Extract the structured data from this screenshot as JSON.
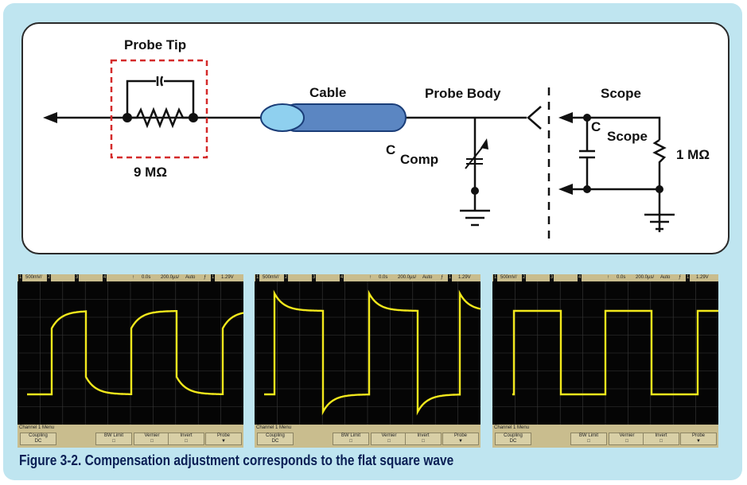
{
  "diagram": {
    "probe_tip": "Probe Tip",
    "tip_resistance": "9 MΩ",
    "cable": "Cable",
    "probe_body": "Probe Body",
    "c_comp_c": "C",
    "c_comp_sub": "Comp",
    "scope": "Scope",
    "c_scope_c": "C",
    "c_scope_sub": "Scope",
    "scope_resistance": "1 MΩ"
  },
  "scopes": [
    {
      "ch_scale": "500mV/",
      "ch2": "2",
      "ch3": "3",
      "ch4": "4",
      "time_pos": "0.0s",
      "time_scale": "200.0µs/",
      "mode": "Auto",
      "trig_ch": "1",
      "trig_level": "1.29V",
      "menu_title": "Channel 1 Menu",
      "coupling": "Coupling",
      "coupling_value": "DC",
      "bw_limit": "BW Limit",
      "vernier": "Vernier",
      "invert": "Invert",
      "probe": "Probe"
    },
    {
      "ch_scale": "500mV/",
      "ch2": "2",
      "ch3": "3",
      "ch4": "4",
      "time_pos": "0.0s",
      "time_scale": "200.0µs/",
      "mode": "Auto",
      "trig_ch": "1",
      "trig_level": "1.29V",
      "menu_title": "Channel 1 Menu",
      "coupling": "Coupling",
      "coupling_value": "DC",
      "bw_limit": "BW Limit",
      "vernier": "Vernier",
      "invert": "Invert",
      "probe": "Probe"
    },
    {
      "ch_scale": "500mV/",
      "ch2": "2",
      "ch3": "3",
      "ch4": "4",
      "time_pos": "0.0s",
      "time_scale": "200.0µs/",
      "mode": "Auto",
      "trig_ch": "1",
      "trig_level": "1.29V",
      "menu_title": "Channel 1 Menu",
      "coupling": "Coupling",
      "coupling_value": "DC",
      "bw_limit": "BW Limit",
      "vernier": "Vernier",
      "invert": "Invert",
      "probe": "Probe"
    }
  ],
  "colors": {
    "trace": "#f2e81c",
    "grid": "#3a3a3a",
    "bezel": "#c9bd8e",
    "caption": "#0a1f55"
  },
  "caption": "Figure 3-2. Compensation adjustment corresponds to the flat square wave"
}
